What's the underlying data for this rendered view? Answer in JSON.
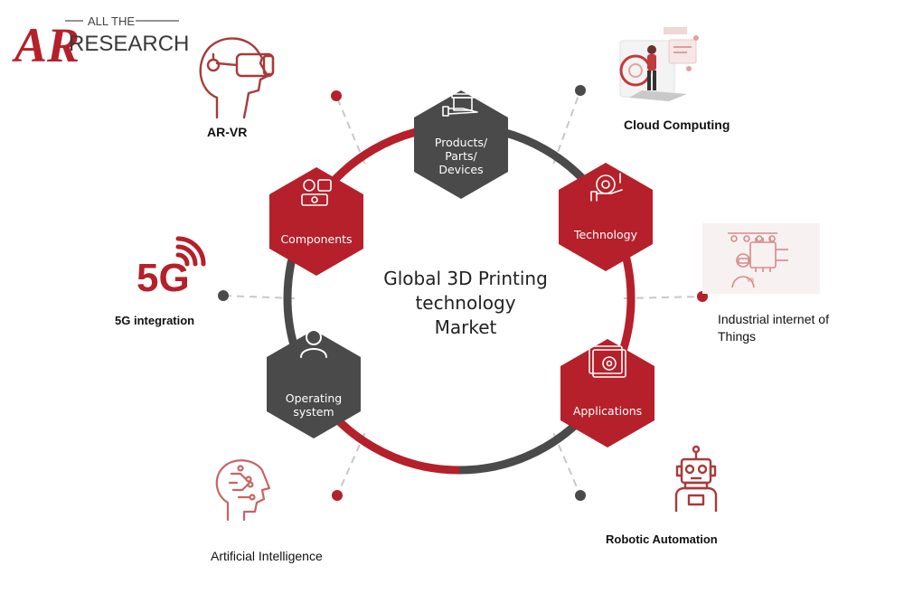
{
  "logo": {
    "mark": "AR",
    "line1": "ALL THE",
    "line2": "RESEARCH"
  },
  "center_title": [
    "Global 3D Printing",
    "technology",
    "Market"
  ],
  "colors": {
    "red": "#b5202a",
    "dark": "#4a4a4a",
    "icon": "#a83a3a",
    "dash": "#c8c8c8"
  },
  "hexagons": [
    {
      "lines": [
        "Products/",
        "Parts/",
        "Devices"
      ],
      "color": "dark",
      "icon": "box-hand-icon"
    },
    {
      "lines": [
        "Technology"
      ],
      "color": "red",
      "icon": "gear-hand-icon"
    },
    {
      "lines": [
        "Applications"
      ],
      "color": "red",
      "icon": "gear-window-icon"
    },
    {
      "lines": [
        "Operating",
        "system"
      ],
      "color": "dark",
      "icon": "person-icon"
    },
    {
      "lines": [
        "Components"
      ],
      "color": "red",
      "icon": "components-icon"
    }
  ],
  "trends": [
    {
      "label": "AR-VR",
      "icon": "vr-headset-icon"
    },
    {
      "label": "Cloud Computing",
      "icon": "cloud-computing-icon"
    },
    {
      "label": "Industrial internet of Things",
      "icon": "iiot-icon"
    },
    {
      "label": "Robotic Automation",
      "icon": "robot-icon"
    },
    {
      "label": "Artificial Intelligence",
      "icon": "ai-head-icon"
    },
    {
      "label": "5G integration",
      "icon": "5g-icon",
      "icon_text": "5G"
    }
  ]
}
